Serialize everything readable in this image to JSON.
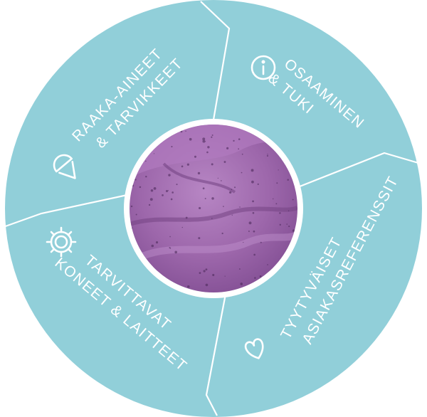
{
  "colors": {
    "ring": "#91cfd9",
    "center_base": "#9a63a7",
    "center_light": "#b27fc0",
    "center_dark": "#6f3f80",
    "text": "#ffffff"
  },
  "center_image": {
    "icon": "purple-gelato-texture"
  },
  "segments": [
    {
      "id": "raw-materials",
      "icon": "ice-cream-icon",
      "lines": [
        "RAAKA-AINEET",
        "& TARVIKKEET"
      ]
    },
    {
      "id": "know-how",
      "icon": "info-icon",
      "lines": [
        "OSAAMINEN",
        "& TUKI"
      ]
    },
    {
      "id": "references",
      "icon": "heart-icon",
      "lines": [
        "TYYTYVÄISET",
        "ASIAKASREFERENSSIT"
      ]
    },
    {
      "id": "machines",
      "icon": "gear-icon",
      "lines": [
        "TARVITTAVAT",
        "KONEET & LAITTEET"
      ]
    }
  ]
}
